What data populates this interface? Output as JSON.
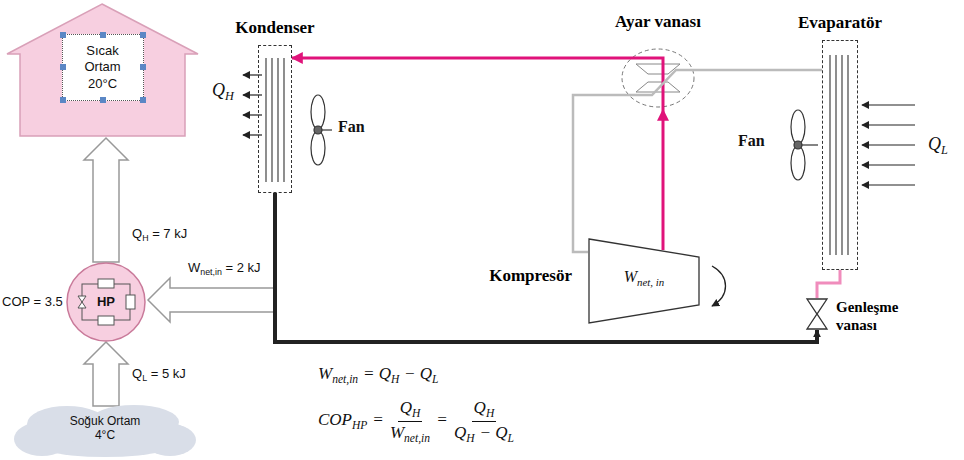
{
  "diagram": {
    "nodes": [
      {
        "text": [
          "Sıcak Ortam 20°C"
        ]
      },
      {
        "text": [
          "HP"
        ]
      },
      {
        "text": [
          "Soğuk Ortam 4°C"
        ]
      },
      {
        "text": [
          "Kondenser"
        ]
      },
      {
        "text": [
          "Ayar vanası"
        ]
      },
      {
        "text": [
          "Evaparatör"
        ]
      },
      {
        "text": [
          "Kompresör",
          "W",
          "net, in"
        ]
      },
      {
        "text": [
          "Genleşme vanası"
        ]
      }
    ],
    "edges": [
      {
        "from": 1,
        "to": 0,
        "arrow": "to"
      },
      {
        "from": 2,
        "to": 1,
        "arrow": "to"
      },
      {
        "from": 6,
        "to": 4,
        "arrow": "to"
      },
      {
        "from": 4,
        "to": 3,
        "arrow": "to"
      },
      {
        "from": 3,
        "to": 7,
        "arrow": "to"
      },
      {
        "from": 7,
        "to": 5,
        "arrow": "none"
      },
      {
        "from": 5,
        "to": 4,
        "arrow": "none"
      },
      {
        "from": 4,
        "to": 6,
        "arrow": "none"
      }
    ],
    "labels": [
      "Q",
      "H",
      "= 7 kJ",
      "COP = 3.5",
      "W",
      "net,in",
      "= 2 kJ",
      "Q",
      "L",
      "= 5 kJ",
      "Q",
      "H",
      "Fan",
      "Fan",
      "Q",
      "L",
      "W",
      "net,in",
      "= Q",
      "H",
      "− Q",
      "L",
      "COP",
      "HP",
      "=",
      "Q",
      "H",
      "W",
      "net,in",
      "=",
      "Q",
      "H",
      "Q",
      "H",
      "− Q",
      "L"
    ]
  }
}
